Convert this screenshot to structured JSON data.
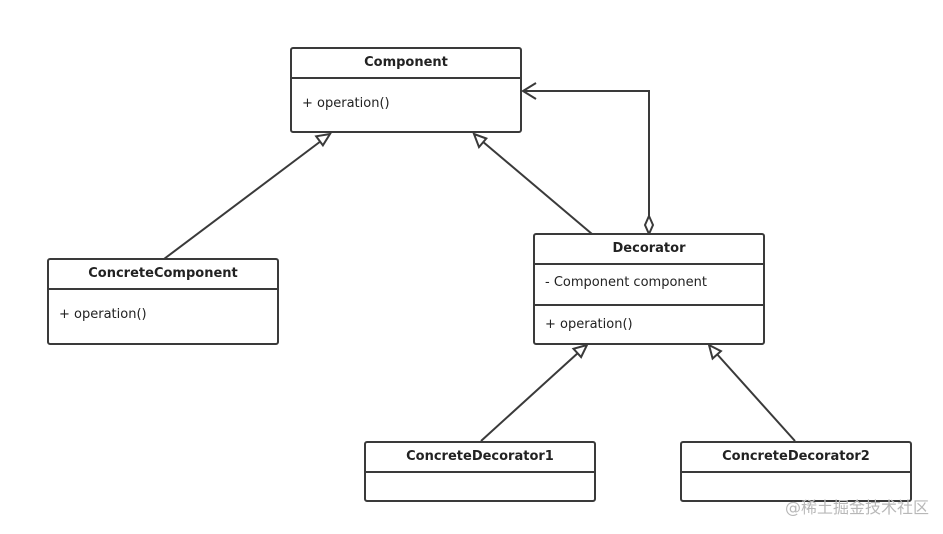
{
  "diagram": {
    "classes": {
      "component": {
        "name": "Component",
        "operations": [
          "+ operation()"
        ]
      },
      "concrete_component": {
        "name": "ConcreteComponent",
        "operations": [
          "+ operation()"
        ]
      },
      "decorator": {
        "name": "Decorator",
        "attributes": [
          "- Component component"
        ],
        "operations": [
          "+ operation()"
        ]
      },
      "concrete_decorator_1": {
        "name": "ConcreteDecorator1"
      },
      "concrete_decorator_2": {
        "name": "ConcreteDecorator2"
      }
    },
    "relationships": [
      {
        "type": "inheritance",
        "from": "ConcreteComponent",
        "to": "Component"
      },
      {
        "type": "inheritance",
        "from": "Decorator",
        "to": "Component"
      },
      {
        "type": "aggregation",
        "from": "Decorator",
        "to": "Component"
      },
      {
        "type": "inheritance",
        "from": "ConcreteDecorator1",
        "to": "Decorator"
      },
      {
        "type": "inheritance",
        "from": "ConcreteDecorator2",
        "to": "Decorator"
      }
    ]
  },
  "watermark": "@稀土掘金技术社区"
}
